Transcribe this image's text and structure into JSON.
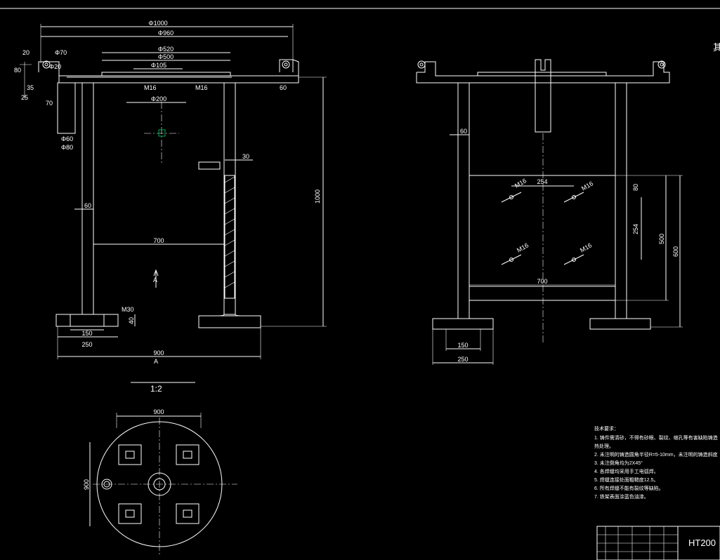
{
  "colors": {
    "background": "#000000",
    "line": "#ffffff",
    "accent": "#00a651"
  },
  "front_view": {
    "dims": {
      "phi1000": "Φ1000",
      "phi960": "Φ960",
      "phi520": "Φ520",
      "phi500": "Φ500",
      "phi105": "Φ105",
      "phi200": "Φ200",
      "m16_a": "M16",
      "m16_b": "M16",
      "d20": "20",
      "phi70": "Φ70",
      "phi20": "Φ20",
      "d80": "80",
      "d25": "25",
      "d35": "35",
      "d70": "70",
      "phi60": "Φ60",
      "phi80": "Φ80",
      "d60_top": "60",
      "d60_leg": "60",
      "d30": "30",
      "d700": "700",
      "d1000": "1000",
      "m30": "M30",
      "d40": "40",
      "d150": "150",
      "d250": "250",
      "d900": "900"
    },
    "section_label": "A",
    "section_label_bottom": "A"
  },
  "side_view": {
    "dims": {
      "d60": "60",
      "m16_1": "M16",
      "d254_h": "254",
      "m16_2": "M16",
      "d80": "80",
      "d254_v": "254",
      "d500": "500",
      "d600": "600",
      "m16_3": "M16",
      "m16_4": "M16",
      "d700": "700",
      "d150": "150",
      "d250": "250"
    },
    "corner_text": "其"
  },
  "section_view": {
    "scale": "1:2",
    "dims": {
      "d900_h": "900",
      "d900_v": "900"
    }
  },
  "notes": {
    "title": "技术要求：",
    "lines": [
      "1. 铸件需清砂，不得有砂眼、裂纹、缩孔等有害缺陷铸造",
      "热处理。",
      "2. 未注明的铸造圆角半径R=5-10mm，未注明的铸造斜度",
      "3. 未注倒角均为2X45°",
      "4. 各焊缝均采用手工电弧焊。",
      "5. 焊缝连接处面粗糙度12.5。",
      "6. 所有焊缝不能有裂纹等缺陷。",
      "7. 铁架表面涂蓝色油漆。"
    ]
  },
  "title_block": {
    "material": "HT200"
  }
}
